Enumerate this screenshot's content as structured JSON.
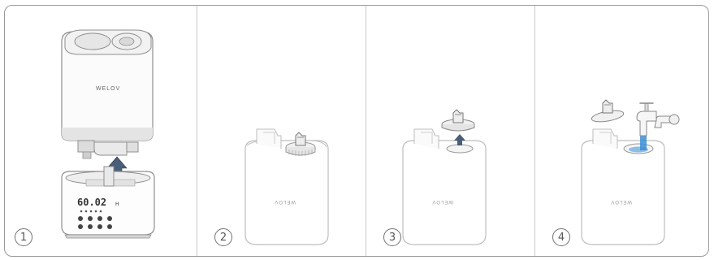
{
  "steps": [
    {
      "number": "1",
      "brand_text": "WELOV",
      "display_text": "60.02",
      "display_unit": "H"
    },
    {
      "number": "2",
      "brand_text": "WELOV"
    },
    {
      "number": "3",
      "brand_text": "WELOV"
    },
    {
      "number": "4",
      "brand_text": "WELOV"
    }
  ],
  "colors": {
    "outline": "#bdbdbd",
    "arrow": "#4a5d79",
    "water": "#3a8fd6"
  }
}
